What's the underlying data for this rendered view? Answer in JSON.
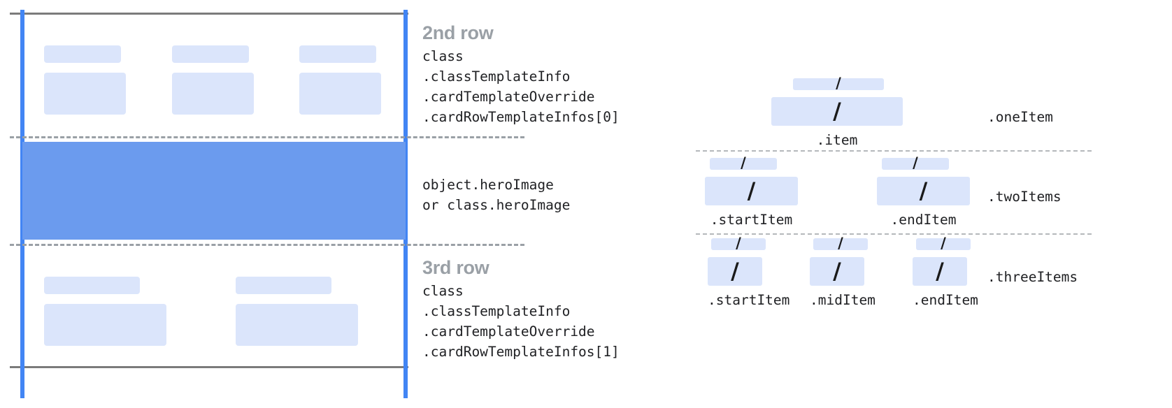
{
  "colors": {
    "accent_blue": "#4285f4",
    "hero_blue": "#6b9bee",
    "placeholder_blue": "#dbe5fb",
    "rule_gray": "#7b7b7b",
    "dashed_gray": "#9aa0a6",
    "heading_gray": "#9aa0a6",
    "text_black": "#202124"
  },
  "left_diagram": {
    "rows": [
      {
        "id": "second-row",
        "heading": "2nd row",
        "code": "class\n.classTemplateInfo\n.cardTemplateOverride\n.cardRowTemplateInfos[0]",
        "columns": 3
      },
      {
        "id": "hero-image",
        "heading": "",
        "code": "object.heroImage\nor class.heroImage",
        "columns": 0
      },
      {
        "id": "third-row",
        "heading": "3rd row",
        "code": "class\n.classTemplateInfo\n.cardTemplateOverride\n.cardRowTemplateInfos[1]",
        "columns": 2
      }
    ]
  },
  "right_diagram": {
    "slash_glyph": "/",
    "groups": [
      {
        "id": "one-item",
        "group_label": ".oneItem",
        "slots": [
          {
            "id": "item",
            "label": ".item"
          }
        ]
      },
      {
        "id": "two-items",
        "group_label": ".twoItems",
        "slots": [
          {
            "id": "start-item",
            "label": ".startItem"
          },
          {
            "id": "end-item",
            "label": ".endItem"
          }
        ]
      },
      {
        "id": "three-items",
        "group_label": ".threeItems",
        "slots": [
          {
            "id": "start-item",
            "label": ".startItem"
          },
          {
            "id": "mid-item",
            "label": ".midItem"
          },
          {
            "id": "end-item",
            "label": ".endItem"
          }
        ]
      }
    ]
  }
}
